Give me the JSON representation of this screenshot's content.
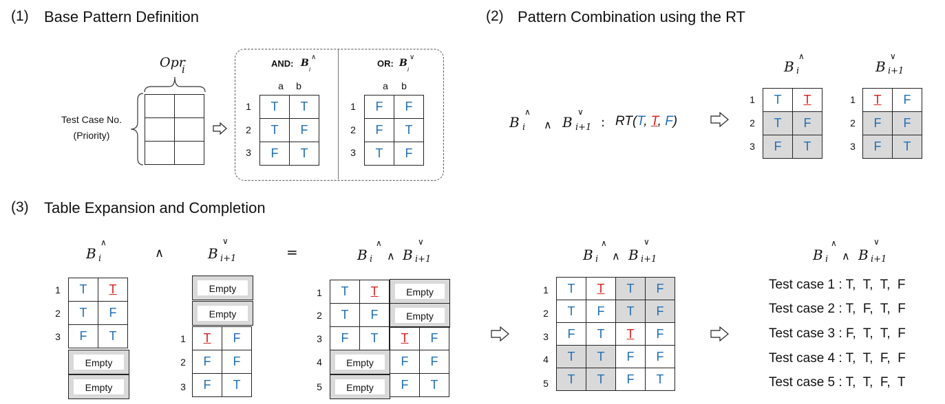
{
  "sections": {
    "s1": {
      "num": "(1)",
      "title": "Base Pattern Definition"
    },
    "s2": {
      "num": "(2)",
      "title": "Pattern Combination using the RT"
    },
    "s3": {
      "num": "(3)",
      "title": "Table Expansion and Completion"
    }
  },
  "s1": {
    "opr_label": "Opr",
    "opr_sub": "i",
    "test_case_label_1": "Test Case No.",
    "test_case_label_2": "(Priority)",
    "and_label": "AND: ",
    "or_label": "OR: ",
    "b_letter": "B",
    "sub_i": "i",
    "and_sup": "∧",
    "or_sup": "∨",
    "col_a": "a",
    "col_b": "b",
    "row_nums": [
      "1",
      "2",
      "3"
    ],
    "and_table": [
      [
        "T",
        "T"
      ],
      [
        "T",
        "F"
      ],
      [
        "F",
        "T"
      ]
    ],
    "or_table": [
      [
        "F",
        "F"
      ],
      [
        "F",
        "T"
      ],
      [
        "T",
        "F"
      ]
    ]
  },
  "s2": {
    "expr": {
      "b1": "B",
      "b1_sub": "i",
      "b1_sup": "∧",
      "and_op": "∧",
      "b2": "B",
      "b2_sub": "i+1",
      "b2_sup": "∨",
      "colon": ":",
      "rt_open": "RT(",
      "v1": "T",
      "comma1": ",",
      "v2": "T",
      "comma2": ",",
      "v3": "F",
      "rt_close": ")"
    },
    "left_title": {
      "b": "B",
      "sub": "i",
      "sup": "∧"
    },
    "right_title": {
      "b": "B",
      "sub": "i+1",
      "sup": "∨"
    },
    "row_nums": [
      "1",
      "2",
      "3"
    ],
    "left_table": [
      [
        "T",
        "T"
      ],
      [
        "T",
        "F"
      ],
      [
        "F",
        "T"
      ]
    ],
    "right_table": [
      [
        "T",
        "F"
      ],
      [
        "F",
        "F"
      ],
      [
        "F",
        "T"
      ]
    ]
  },
  "s3": {
    "and_op": "∧",
    "equals": "=",
    "b_letter": "B",
    "sub_i": "i",
    "sub_i1": "i+1",
    "sup_and": "∧",
    "sup_or": "∨",
    "empty": "Empty",
    "row_nums_3": [
      "1",
      "2",
      "3"
    ],
    "row_nums_5": [
      "1",
      "2",
      "3",
      "4",
      "5"
    ],
    "left_table": [
      [
        "T",
        "T"
      ],
      [
        "T",
        "F"
      ],
      [
        "F",
        "T"
      ]
    ],
    "right_table": [
      [
        "T",
        "F"
      ],
      [
        "F",
        "F"
      ],
      [
        "F",
        "T"
      ]
    ],
    "combined_table": [
      [
        "T",
        "T"
      ],
      [
        "T",
        "F"
      ],
      [
        "F",
        "T",
        "T",
        "F"
      ],
      [
        "F",
        "F"
      ],
      [
        "F",
        "T"
      ]
    ],
    "final_table": [
      [
        "T",
        "T",
        "T",
        "F"
      ],
      [
        "T",
        "F",
        "T",
        "F"
      ],
      [
        "F",
        "T",
        "T",
        "F"
      ],
      [
        "T",
        "T",
        "F",
        "F"
      ],
      [
        "T",
        "T",
        "F",
        "T"
      ]
    ],
    "test_cases": [
      "Test case 1 : T,  T,  T,  F",
      "Test case 2 : T,  F,  T,  F",
      "Test case 3 : F,  T,  T,  F",
      "Test case 4 : T,  T,  F,  F",
      "Test case 5 : T,  T,  F,  T"
    ]
  },
  "colors": {
    "value_blue": "#1f6fb5",
    "highlight_red": "#d81e1e",
    "shade_gray": "#d9d9d9"
  },
  "icons": [
    "right-arrow-icon",
    "curly-brace-icon"
  ]
}
